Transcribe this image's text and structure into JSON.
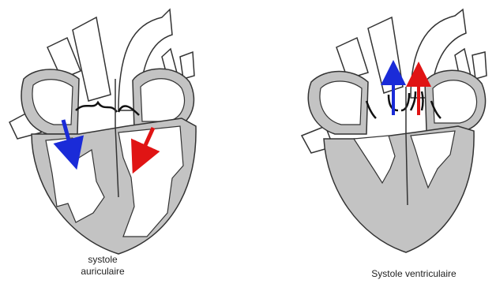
{
  "figures": [
    {
      "caption_line1": "systole",
      "caption_line2": "auriculaire",
      "arrows": [
        {
          "color": "#1a2bd8",
          "meaning": "blood flow right side"
        },
        {
          "color": "#e01414",
          "meaning": "blood flow left side"
        }
      ]
    },
    {
      "caption": "Systole ventriculaire",
      "arrows": [
        {
          "color": "#1a2bd8",
          "meaning": "blood flow pulmonary"
        },
        {
          "color": "#e01414",
          "meaning": "blood flow aortic"
        }
      ]
    }
  ],
  "colors": {
    "wall": "#c3c3c3",
    "outline": "#333333",
    "valve": "#111111",
    "blue": "#1a2bd8",
    "red": "#e01414"
  }
}
